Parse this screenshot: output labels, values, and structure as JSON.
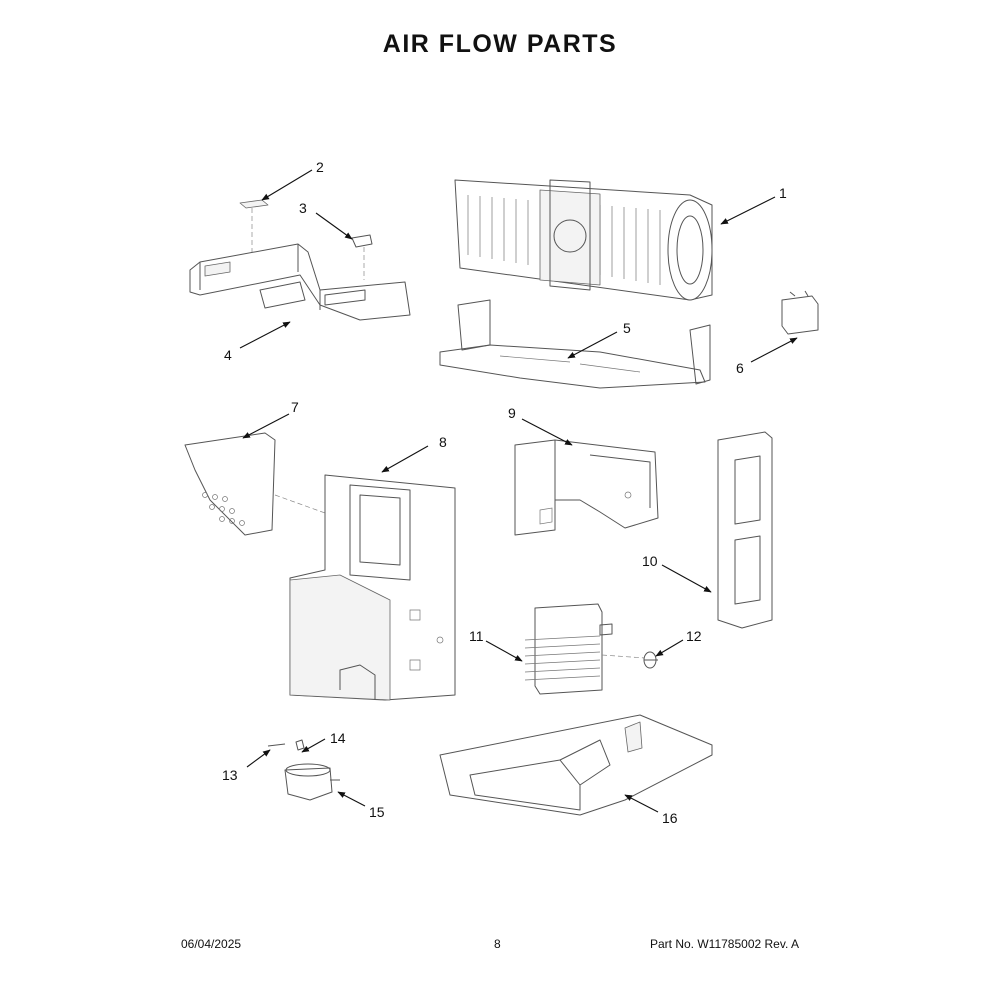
{
  "page": {
    "title": "AIR FLOW PARTS",
    "footer": {
      "date": "06/04/2025",
      "page_number": "8",
      "part_number": "Part No.  W11785002  Rev.  A"
    }
  },
  "diagram": {
    "callouts": [
      "1",
      "2",
      "3",
      "4",
      "5",
      "6",
      "7",
      "8",
      "9",
      "10",
      "11",
      "12",
      "13",
      "14",
      "15",
      "16"
    ]
  }
}
